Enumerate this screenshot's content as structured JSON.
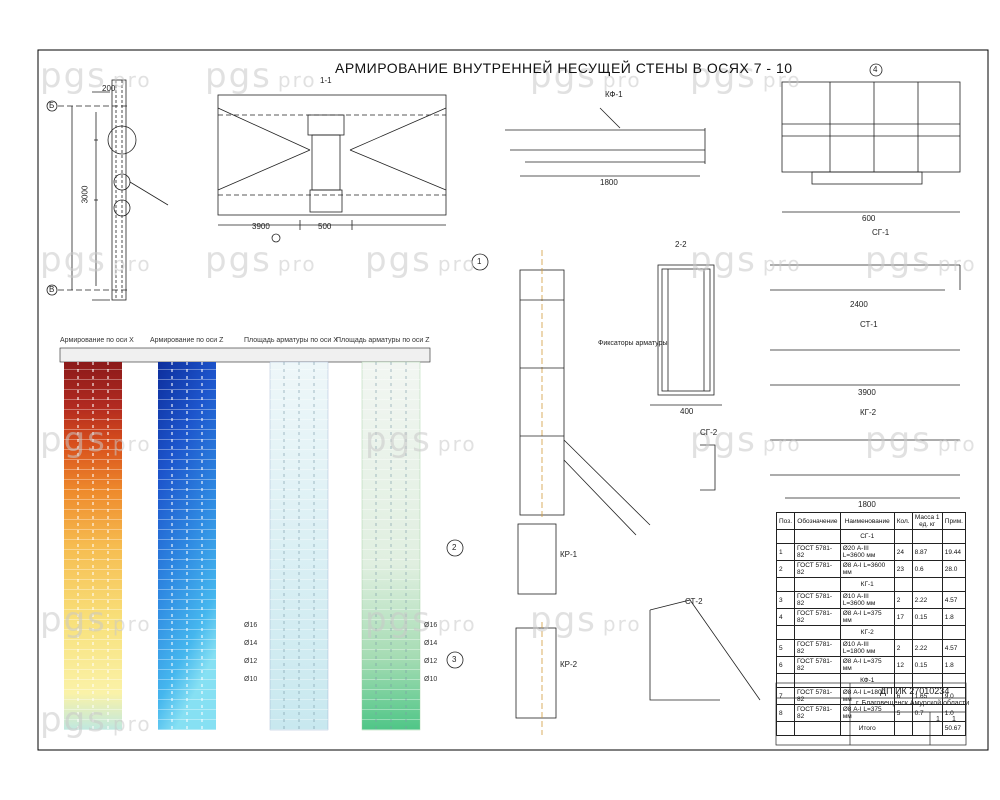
{
  "sheet": {
    "title": "АРМИРОВАНИЕ ВНУТРЕННЕЙ НЕСУЩЕЙ СТЕНЫ В ОСЯХ 7 - 10",
    "watermark": {
      "brand": "pgs",
      "suffix": "pro"
    },
    "section_labels": {
      "s1": "1-1",
      "s2": "2-2",
      "kf1": "КФ-1",
      "sg1": "СГ-1",
      "st1": "СТ-1",
      "kg2": "КГ-2",
      "sg2": "СГ-2",
      "st2": "СТ-2",
      "kr1": "КР-1",
      "kr2": "КР-2"
    },
    "axis_markers": {
      "top": "Б",
      "bottom": "В"
    },
    "circle_markers": [
      "1",
      "2",
      "3",
      "4"
    ],
    "dims": {
      "d1": "3000",
      "d2": "2400",
      "d3": "1800",
      "d4": "3900",
      "d5": "600",
      "d6": "400",
      "d7": "200",
      "d8": "500",
      "d9": "3900",
      "d10": "1800"
    },
    "callout_note": "Фиксаторы арматуры",
    "map_captions": [
      "Армирование по оси X",
      "Армирование по оси Z",
      "Площадь арматуры по оси X",
      "Площадь арматуры по оси Z"
    ],
    "map_diameters": [
      "Ø16",
      "Ø14",
      "Ø12",
      "Ø10"
    ],
    "colors": {
      "map1": [
        "#8b1a1a",
        "#c0391b",
        "#e8651c",
        "#f4a340",
        "#f6d36b",
        "#fbf09a",
        "#f8f6c0"
      ],
      "map2": [
        "#0d2e9c",
        "#1b4fc8",
        "#2f7de0",
        "#3fa0ea",
        "#4fc0ef",
        "#7edaf2"
      ],
      "map3": [
        "#e6f3f7",
        "#d5edf2",
        "#c4e6ee"
      ],
      "map4": [
        "#eef5ee",
        "#d7eed7",
        "#9fdcae",
        "#58c98a"
      ]
    },
    "spec_table": {
      "headers": [
        "Поз.",
        "Обозначение",
        "Наименование",
        "Кол.",
        "Масса 1 ед. кг",
        "Прим."
      ],
      "rows": [
        [
          "",
          "",
          "СГ-1",
          "",
          "",
          ""
        ],
        [
          "1",
          "ГОСТ 5781-82",
          "Ø20 А-III L=3600 мм",
          "24",
          "8.87",
          "19.44"
        ],
        [
          "2",
          "ГОСТ 5781-82",
          "Ø8 А-I L=3600 мм",
          "23",
          "0.6",
          "28.0"
        ],
        [
          "",
          "",
          "КГ-1",
          "",
          "",
          ""
        ],
        [
          "3",
          "ГОСТ 5781-82",
          "Ø10 А-III L=3600 мм",
          "2",
          "2.22",
          "4.57"
        ],
        [
          "4",
          "ГОСТ 5781-82",
          "Ø8 А-I L=375 мм",
          "17",
          "0.15",
          "1.8"
        ],
        [
          "",
          "",
          "КГ-2",
          "",
          "",
          ""
        ],
        [
          "5",
          "ГОСТ 5781-82",
          "Ø10 А-III L=1800 мм",
          "2",
          "2.22",
          "4.57"
        ],
        [
          "6",
          "ГОСТ 5781-82",
          "Ø8 А-I L=375 мм",
          "12",
          "0.15",
          "1.8"
        ],
        [
          "",
          "",
          "КФ-1",
          "",
          "",
          ""
        ],
        [
          "7",
          "ГОСТ 5781-82",
          "Ø8 А-I L=1800 мм",
          "6",
          "1.65",
          "9.0"
        ],
        [
          "8",
          "ГОСТ 5781-82",
          "Ø8 А-I L=375 мм",
          "5",
          "0.7",
          "1.0"
        ],
        [
          "",
          "",
          "Итого",
          "",
          "",
          "50.67"
        ]
      ]
    },
    "stamp": {
      "code": "ДП ИК 27010234",
      "place": "г. Благовещенск Амурской области",
      "sheet": "1",
      "sheets": "1"
    }
  }
}
